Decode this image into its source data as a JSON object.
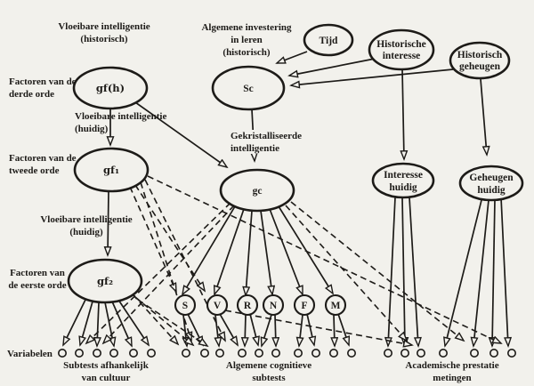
{
  "colors": {
    "background": "#f2f1ec",
    "ink": "#1d1b18"
  },
  "diagram": {
    "row_labels": {
      "third_order": {
        "line1": "Factoren van de",
        "line2": "derde orde"
      },
      "second_order": {
        "line1": "Factoren van de",
        "line2": "tweede orde"
      },
      "first_order": {
        "line1": "Factoren van",
        "line2": "de eerste orde"
      },
      "variables": "Variabelen"
    },
    "edge_labels": {
      "fluid_hist": {
        "line1": "Vloeibare intelligentie",
        "line2": "(historisch)"
      },
      "invest": {
        "line1": "Algemene investering",
        "line2": "in leren",
        "line3": "(historisch)"
      },
      "fluid_now_1": {
        "line1": "Vloeibare intelligentie",
        "line2": "(huidig)"
      },
      "crystallized": {
        "line1": "Gekristalliseerde",
        "line2": "intelligentie"
      },
      "fluid_now_2": {
        "line1": "Vloeibare intelligentie",
        "line2": "(huidig)"
      }
    },
    "nodes": {
      "gfh": "gf(h)",
      "sc": "Sc",
      "tijd": "Tijd",
      "hist_interesse": {
        "line1": "Historische",
        "line2": "interesse"
      },
      "hist_geheugen": {
        "line1": "Historisch",
        "line2": "geheugen"
      },
      "gf1": "gf₁",
      "gc": "gc",
      "interesse_huidig": {
        "line1": "Interesse",
        "line2": "huidig"
      },
      "geheugen_huidig": {
        "line1": "Geheugen",
        "line2": "huidig"
      },
      "gf2": "gf₂"
    },
    "first_order_nodes": [
      "S",
      "V",
      "R",
      "N",
      "F",
      "M"
    ],
    "group_labels": {
      "culture": {
        "line1": "Subtests afhankelijk",
        "line2": "van cultuur"
      },
      "cognitive": {
        "line1": "Algemene cognitieve",
        "line2": "subtests"
      },
      "academic": {
        "line1": "Academische prestatie",
        "line2": "metingen"
      }
    }
  }
}
